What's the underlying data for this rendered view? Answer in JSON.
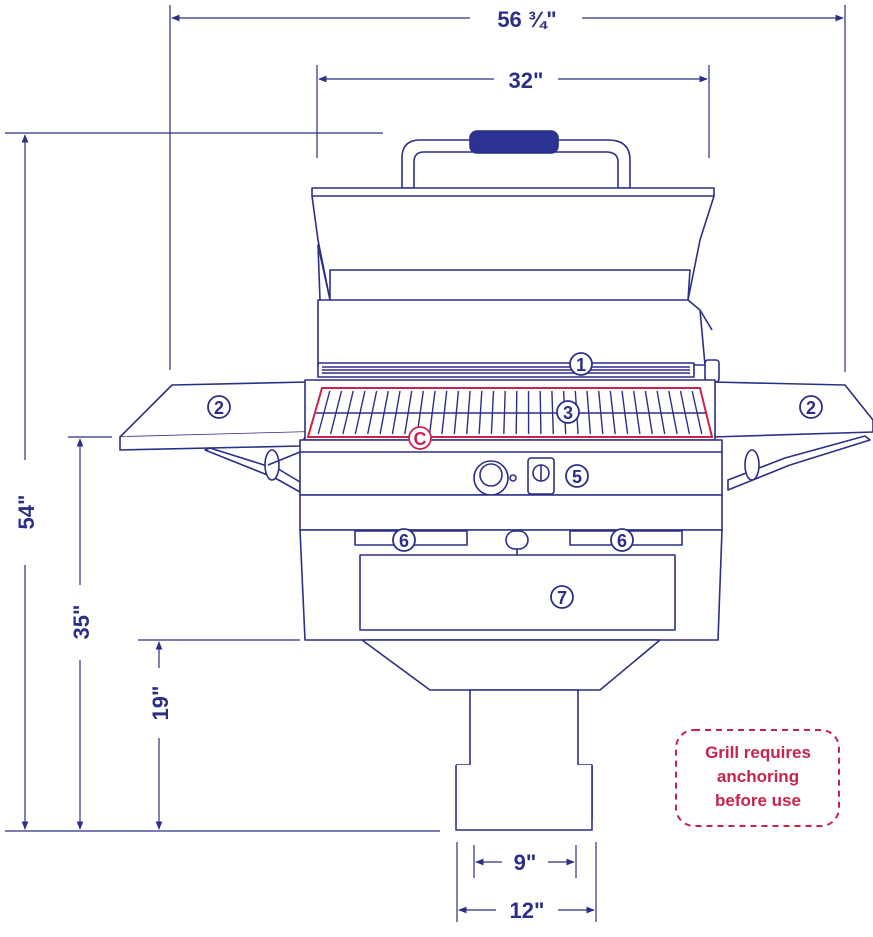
{
  "dimensions": {
    "total_width": "56 ¾\"",
    "grill_width": "32\"",
    "total_height": "54\"",
    "shelf_height": "35\"",
    "cabinet_bottom_height": "19\"",
    "post_width": "9\"",
    "base_width": "12\""
  },
  "callouts": {
    "n1": "1",
    "n2": "2",
    "n3": "3",
    "n5": "5",
    "n6": "6",
    "n7": "7",
    "c": "C"
  },
  "note": {
    "line1": "Grill requires",
    "line2": "anchoring",
    "line3": "before use"
  },
  "colors": {
    "line": "#2b2f85",
    "accent": "#c8234d",
    "handle": "#2a3393"
  }
}
